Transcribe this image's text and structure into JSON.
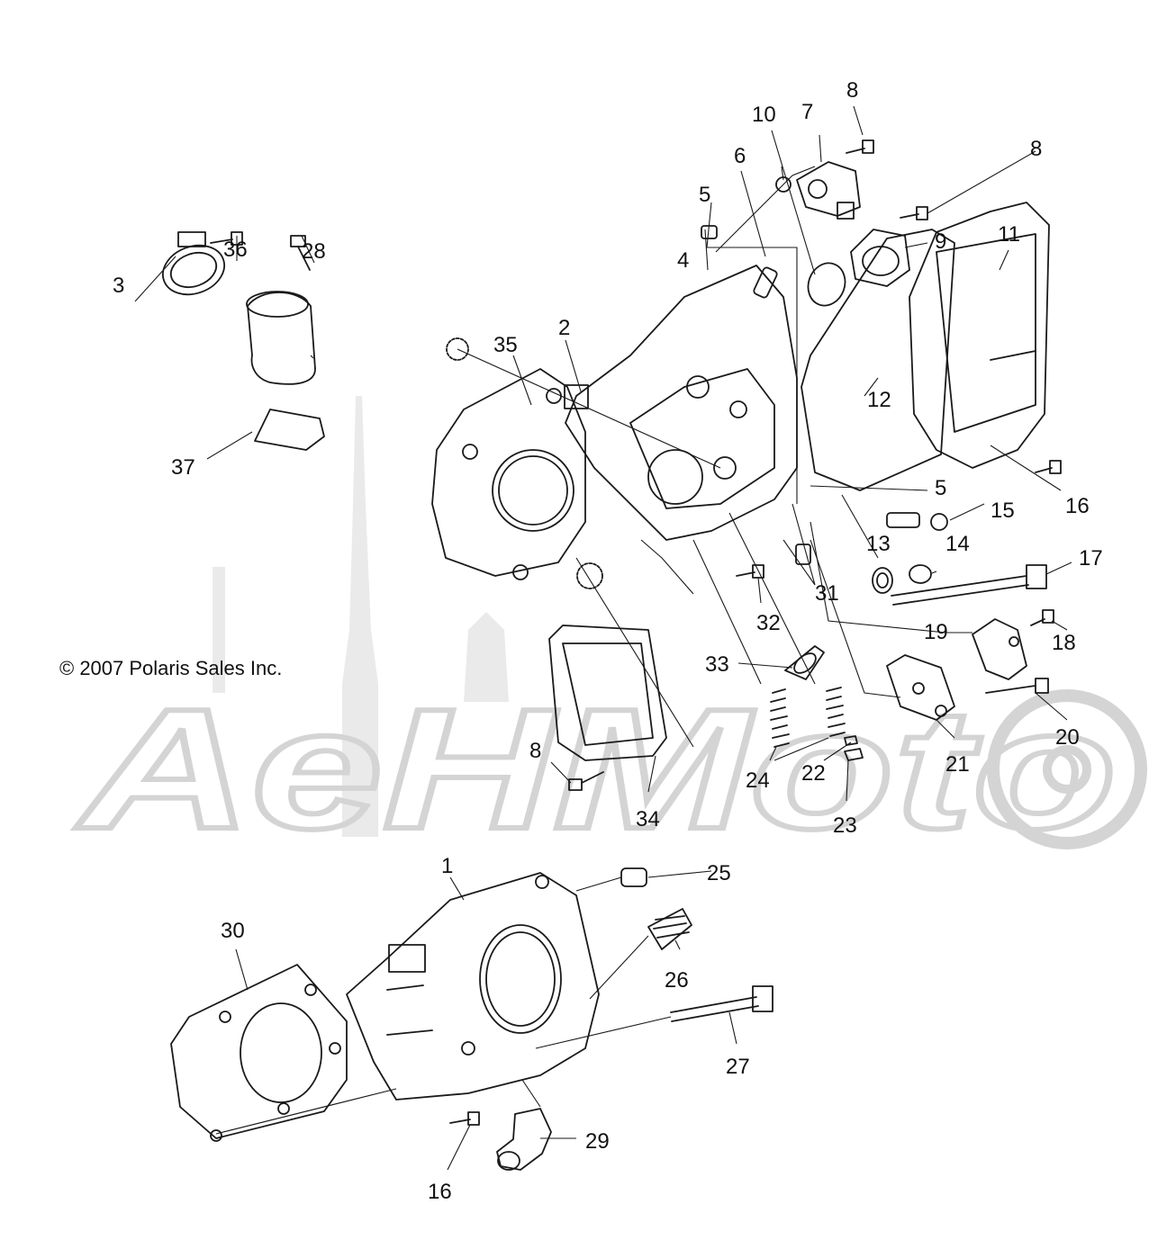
{
  "copyright": "© 2007 Polaris Sales Inc.",
  "watermark_text": "AeHMoto",
  "callouts": [
    {
      "id": "1",
      "label": "1"
    },
    {
      "id": "2",
      "label": "2"
    },
    {
      "id": "3",
      "label": "3"
    },
    {
      "id": "4",
      "label": "4"
    },
    {
      "id": "5a",
      "label": "5"
    },
    {
      "id": "5b",
      "label": "5"
    },
    {
      "id": "6",
      "label": "6"
    },
    {
      "id": "7",
      "label": "7"
    },
    {
      "id": "8a",
      "label": "8"
    },
    {
      "id": "8b",
      "label": "8"
    },
    {
      "id": "8c",
      "label": "8"
    },
    {
      "id": "9",
      "label": "9"
    },
    {
      "id": "10",
      "label": "10"
    },
    {
      "id": "11",
      "label": "11"
    },
    {
      "id": "12",
      "label": "12"
    },
    {
      "id": "13",
      "label": "13"
    },
    {
      "id": "14",
      "label": "14"
    },
    {
      "id": "15",
      "label": "15"
    },
    {
      "id": "16a",
      "label": "16"
    },
    {
      "id": "16b",
      "label": "16"
    },
    {
      "id": "17",
      "label": "17"
    },
    {
      "id": "18",
      "label": "18"
    },
    {
      "id": "19",
      "label": "19"
    },
    {
      "id": "20",
      "label": "20"
    },
    {
      "id": "21",
      "label": "21"
    },
    {
      "id": "22",
      "label": "22"
    },
    {
      "id": "23",
      "label": "23"
    },
    {
      "id": "24",
      "label": "24"
    },
    {
      "id": "25",
      "label": "25"
    },
    {
      "id": "26",
      "label": "26"
    },
    {
      "id": "27",
      "label": "27"
    },
    {
      "id": "28",
      "label": "28"
    },
    {
      "id": "29",
      "label": "29"
    },
    {
      "id": "30",
      "label": "30"
    },
    {
      "id": "31",
      "label": "31"
    },
    {
      "id": "32",
      "label": "32"
    },
    {
      "id": "33",
      "label": "33"
    },
    {
      "id": "34",
      "label": "34"
    },
    {
      "id": "35",
      "label": "35"
    },
    {
      "id": "36",
      "label": "36"
    },
    {
      "id": "37",
      "label": "37"
    }
  ]
}
